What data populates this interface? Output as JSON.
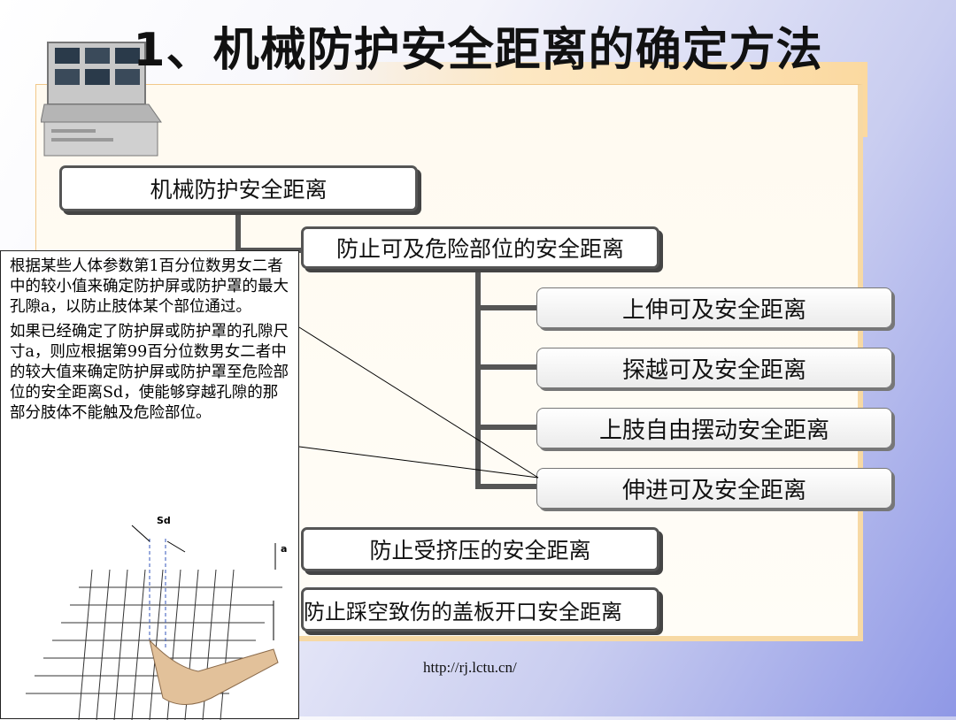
{
  "slide": {
    "title": "1、机械防护安全距离的确定方法",
    "root_box": "机械防护安全距离",
    "branch_reach": "防止可及危险部位的安全距离",
    "sub_items": [
      "上伸可及安全距离",
      "探越可及安全距离",
      "上肢自由摆动安全距离",
      "伸进可及安全距离"
    ],
    "branch_crush": "防止受挤压的安全距离",
    "branch_cover": "防止踩空致伤的盖板开口安全距离",
    "note_p1": "根据某些人体参数第1百分位数男女二者中的较小值来确定防护屏或防护罩的最大孔隙a，以防止肢体某个部位通过。",
    "note_p2": "如果已经确定了防护屏或防护罩的孔隙尺寸a，则应根据第99百分位数男女二者中的较大值来确定防护屏或防护罩至危险部位的安全距离Sd，使能够穿越孔隙的那部分肢体不能触及危险部位。",
    "figure_label_sd": "Sd",
    "figure_label_a": "a",
    "footer_url": "http://rj.lctu.cn/"
  },
  "colors": {
    "accent_orange": "#f7d9a4",
    "box_border": "#555555",
    "background_blue": "#8f98e6"
  }
}
